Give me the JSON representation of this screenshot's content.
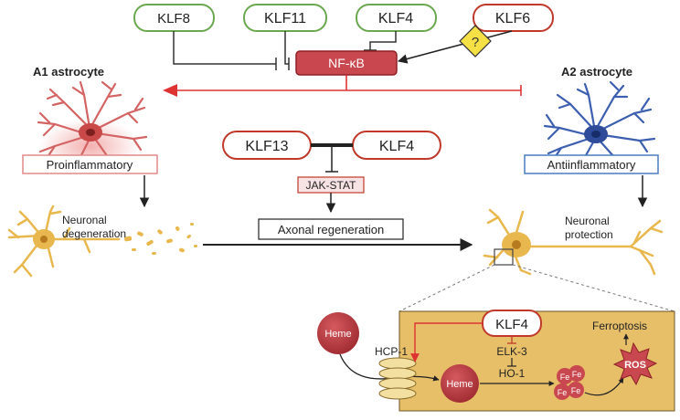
{
  "top_factors": {
    "klf8": "KLF8",
    "klf11": "KLF11",
    "klf4": "KLF4",
    "klf6": "KLF6",
    "unknown_mark": "?"
  },
  "nfkb": "NF-κB",
  "a1": {
    "title": "A1 astrocyte",
    "label": "Proinflammatory"
  },
  "a2": {
    "title": "A2 astrocyte",
    "label": "Antiinflammatory"
  },
  "middle": {
    "klf13": "KLF13",
    "klf4": "KLF4",
    "jak_stat": "JAK-STAT",
    "axonal": "Axonal regeneration"
  },
  "neurons": {
    "degeneration_line1": "Neuronal",
    "degeneration_line2": "degeneration",
    "protection_line1": "Neuronal",
    "protection_line2": "protection"
  },
  "inset": {
    "heme_outside": "Heme",
    "hcp1": "HCP-1",
    "heme_inside": "Heme",
    "klf4": "KLF4",
    "elk3": "ELK-3",
    "ho1": "HO-1",
    "fe": "Fe",
    "ros": "ROS",
    "ferroptosis": "Ferroptosis"
  },
  "colors": {
    "green": "#6aa84f",
    "red": "#c0392b",
    "nfkb_fill": "#c9484f",
    "blue": "#2e6fb5",
    "neuron": "#e8b84e",
    "inset_bg": "#e6bf68",
    "heme": "#b3383e"
  }
}
